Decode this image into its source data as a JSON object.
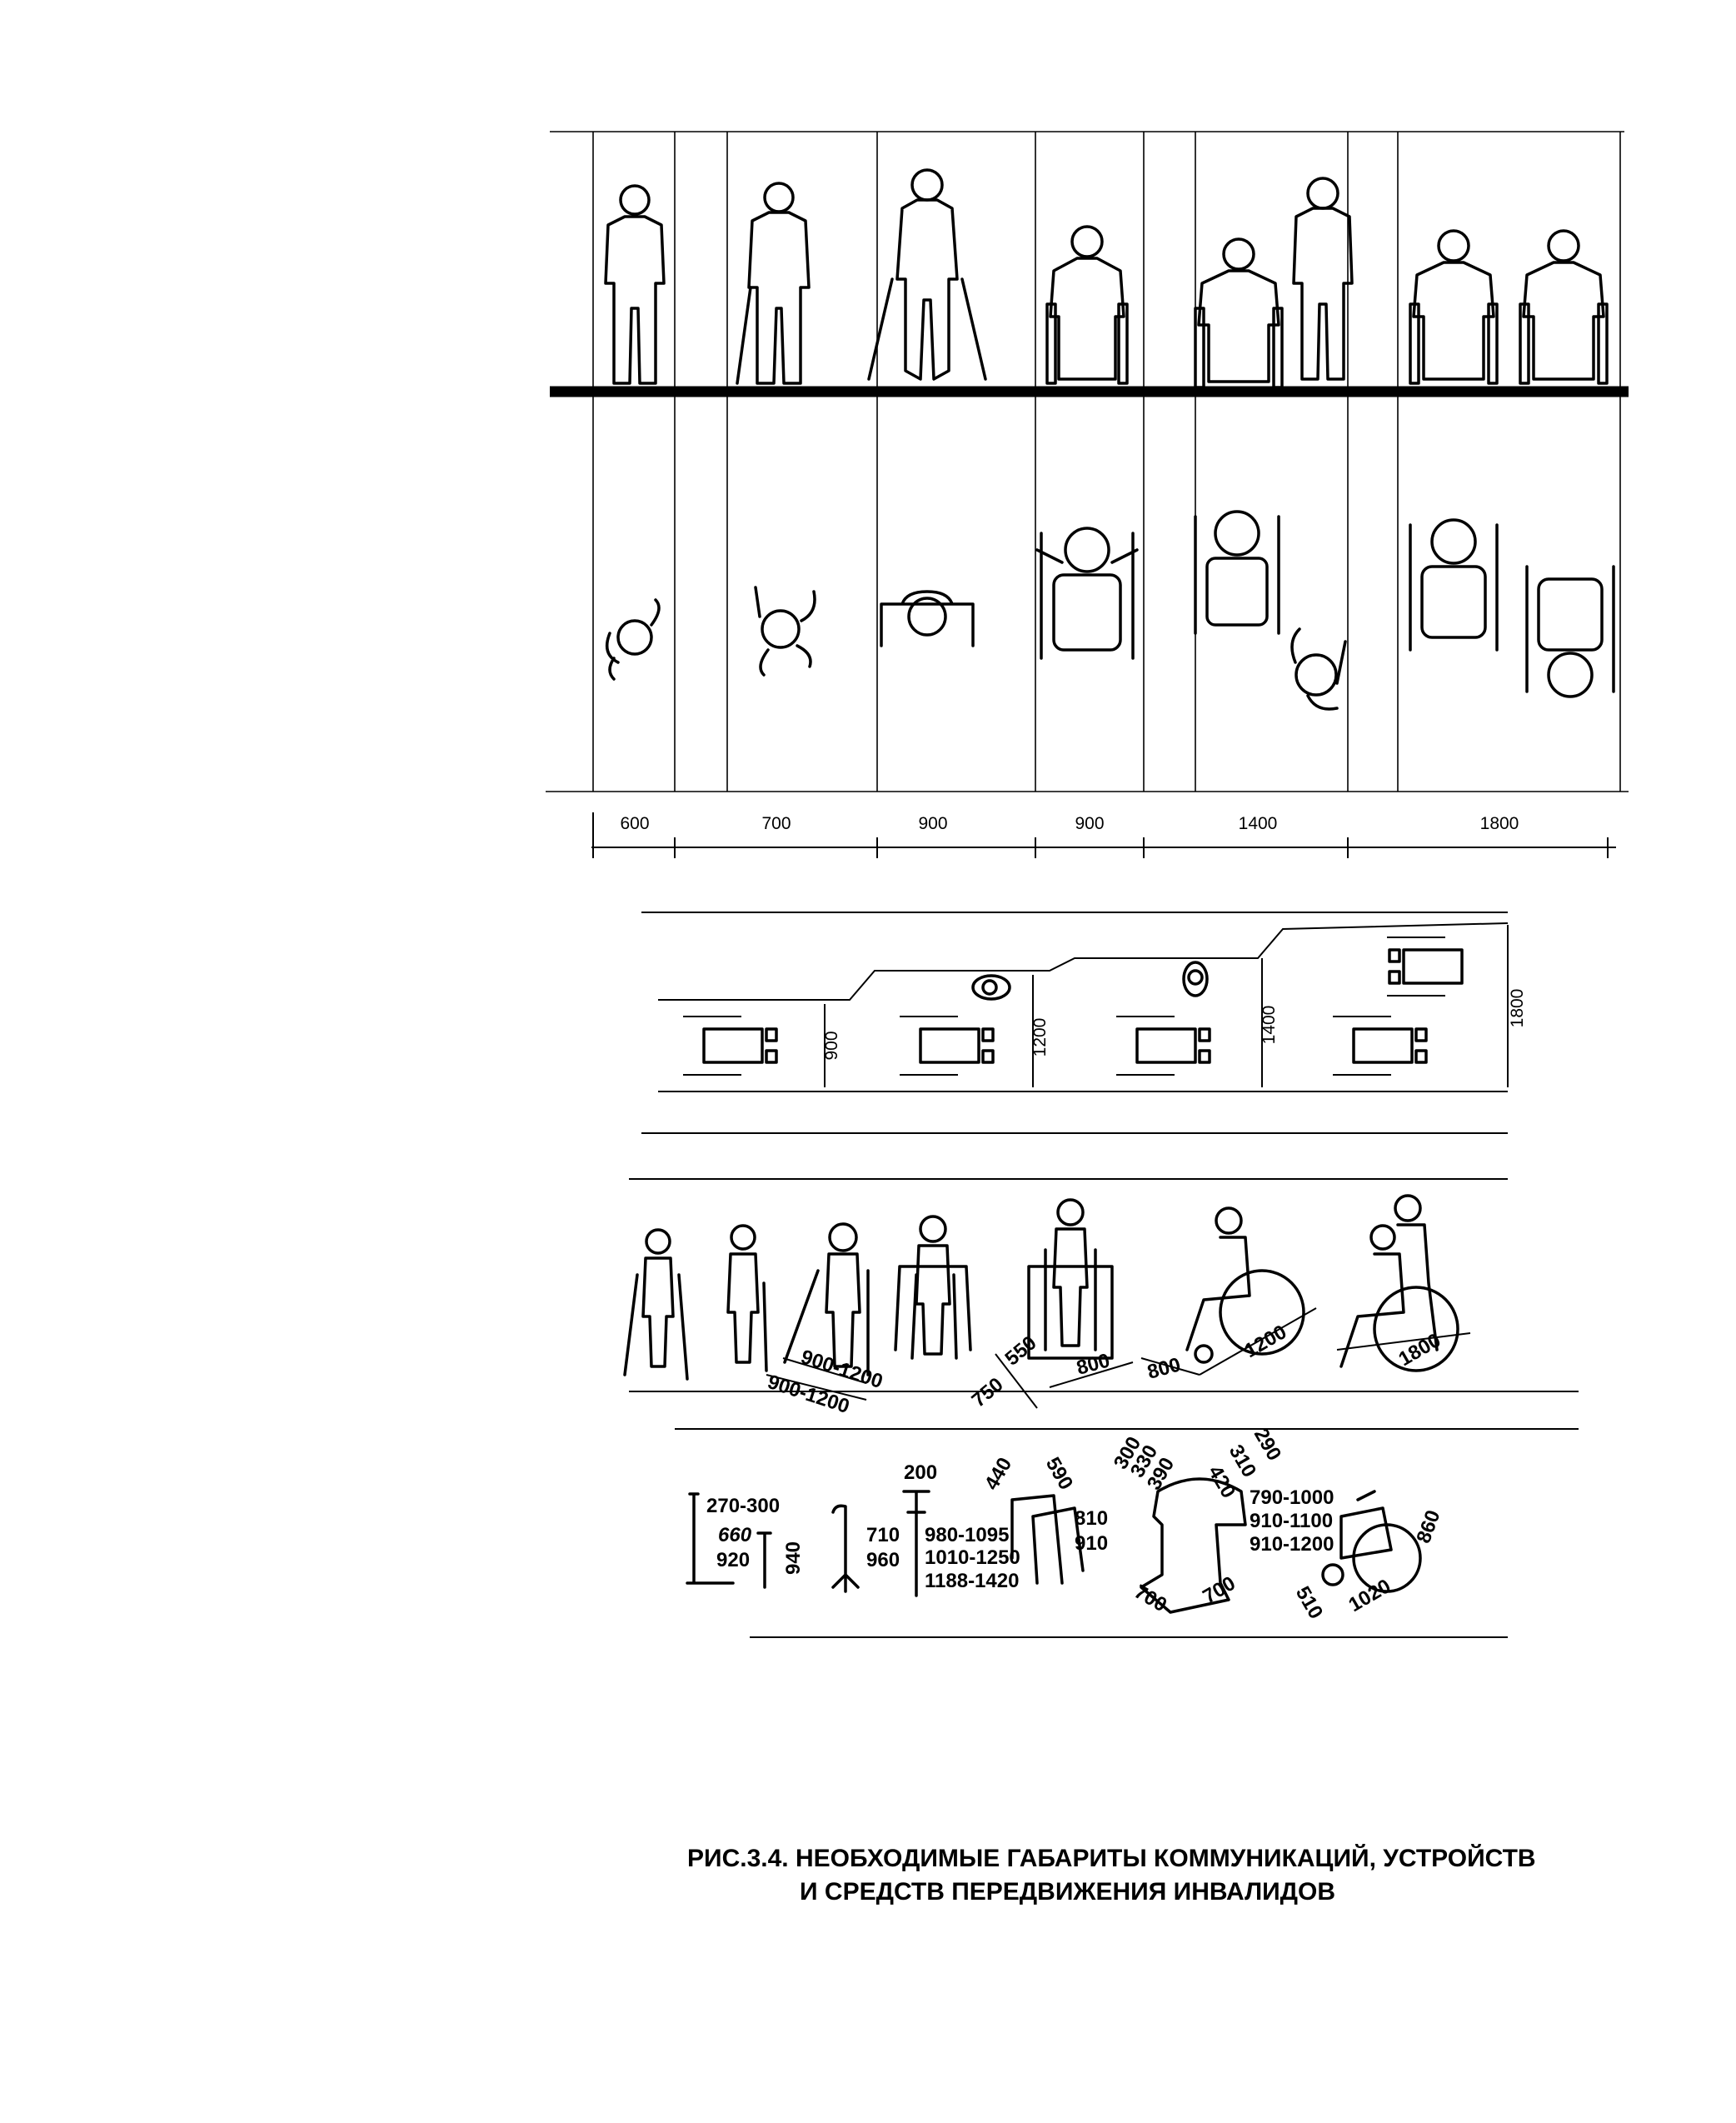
{
  "title": "",
  "section1": {
    "widths": [
      "600",
      "700",
      "900",
      "900",
      "1400",
      "1800"
    ]
  },
  "section2": {
    "widths": [
      "900",
      "1200",
      "1400",
      "1800"
    ]
  },
  "section3": {
    "labels": [
      "900-1200",
      "900-1200",
      "550",
      "750",
      "800",
      "800",
      "1200",
      "1800"
    ]
  },
  "section4": {
    "crutch": [
      "270-300",
      "660",
      "920",
      "940"
    ],
    "cane": [
      "710",
      "960"
    ],
    "stick": [
      "200",
      "980-1095",
      "1010-1250",
      "1188-1420"
    ],
    "walker": [
      "440",
      "590",
      "810",
      "910"
    ],
    "support": [
      "300",
      "330",
      "390",
      "290",
      "310",
      "420",
      "790-1000",
      "910-1100",
      "910-1200",
      "700",
      "700"
    ],
    "wheelchair": [
      "860",
      "510",
      "1020"
    ]
  },
  "caption": {
    "line1": "РИС.3.4. НЕОБХОДИМЫЕ ГАБАРИТЫ КОММУНИКАЦИЙ, УСТРОЙСТВ",
    "line2": "И СРЕДСТВ ПЕРЕДВИЖЕНИЯ  ИНВАЛИДОВ"
  }
}
